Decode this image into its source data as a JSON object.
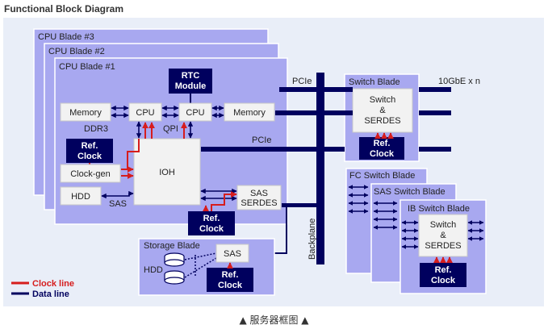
{
  "page_title": "Functional Block Diagram",
  "caption": "▲ 服务器框图 ▲",
  "colors": {
    "panel_bg": "#e9eef8",
    "blade": "#a8a8f0",
    "navy": "#00005e",
    "clock_red": "#d61d1d",
    "gray_box": "#f2f2f2"
  },
  "cpu_blades": {
    "blade3": "CPU Blade #3",
    "blade2": "CPU Blade #2",
    "blade1": "CPU Blade #1"
  },
  "blocks": {
    "rtc_line1": "RTC",
    "rtc_line2": "Module",
    "memory_left": "Memory",
    "memory_right": "Memory",
    "cpu_left": "CPU",
    "cpu_right": "CPU",
    "ioh": "IOH",
    "clock_gen": "Clock-gen",
    "hdd": "HDD",
    "sas_serdes_line1": "SAS",
    "sas_serdes_line2": "SERDES",
    "ref_line1": "Ref.",
    "ref_line2": "Clock"
  },
  "bus_labels": {
    "ddr3": "DDR3",
    "qpi": "QPI",
    "sas": "SAS",
    "pcie_top": "PCIe",
    "pcie_mid": "PCIe",
    "ten_gbe": "10GbE x n",
    "backplane": "Backplane"
  },
  "storage": {
    "title": "Storage Blade",
    "hdd": "HDD",
    "sas": "SAS"
  },
  "switch_blade": {
    "title": "Switch Blade",
    "switch_line1": "Switch",
    "switch_line2": "&",
    "switch_line3": "SERDES"
  },
  "switch_stack": {
    "fc": "FC Switch Blade",
    "sas": "SAS Switch Blade",
    "ib": "IB Switch Blade"
  },
  "legend": {
    "clock": "Clock line",
    "data": "Data line"
  }
}
